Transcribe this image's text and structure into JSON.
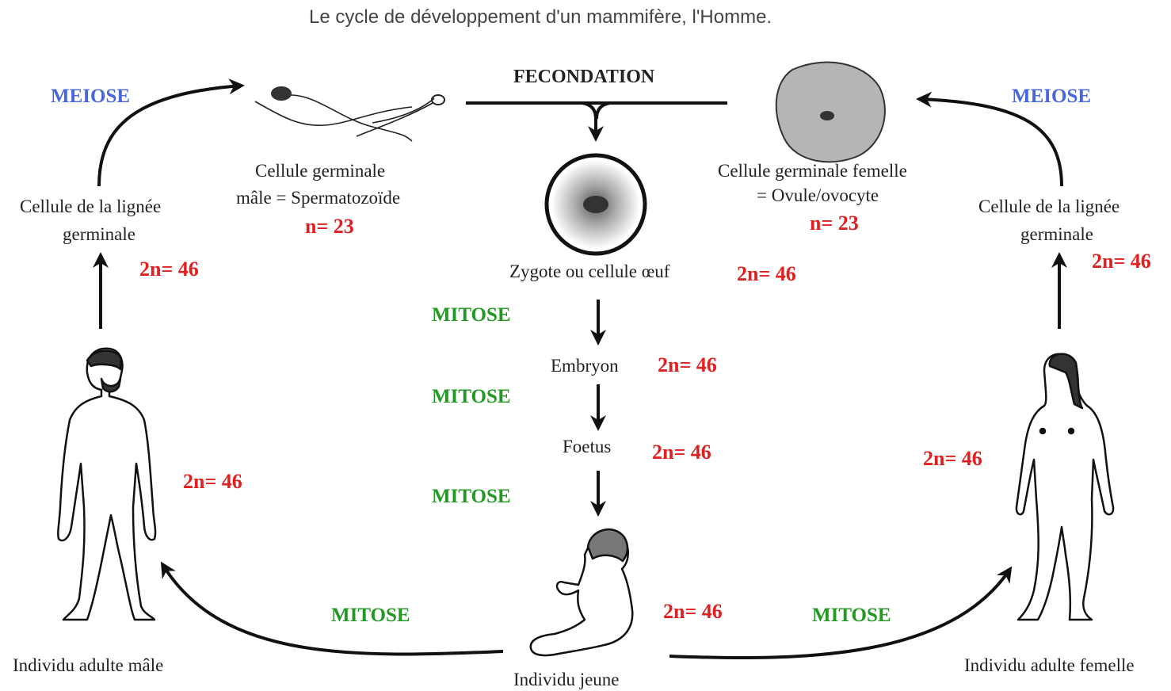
{
  "title": "Le cycle de développement d'un mammifère, l'Homme.",
  "colors": {
    "ploidy": "#e02020",
    "mitosis": "#229922",
    "meiosis": "#4a66dd",
    "ink": "#111111"
  },
  "stages": {
    "sperm": {
      "label_1": "Cellule germinale",
      "label_2": "mâle = Spermatozoïde",
      "ploidy": "n= 23"
    },
    "ovum": {
      "label_1": "Cellule germinale femelle",
      "label_2": "= Ovule/ovocyte",
      "ploidy": "n= 23"
    },
    "fecondation": "FECONDATION",
    "zygote": {
      "label": "Zygote ou cellule œuf",
      "ploidy": "2n= 46"
    },
    "embryo": {
      "label": "Embryon",
      "ploidy": "2n= 46"
    },
    "foetus": {
      "label": "Foetus",
      "ploidy": "2n= 46"
    },
    "young": {
      "label": "Individu jeune",
      "ploidy": "2n= 46"
    },
    "male_adult": {
      "label": "Individu adulte mâle",
      "ploidy": "2n= 46"
    },
    "female_adult": {
      "label": "Individu adulte femelle",
      "ploidy": "2n= 46"
    },
    "male_germline": {
      "label_1": "Cellule de la lignée",
      "label_2": "germinale",
      "ploidy": "2n= 46"
    },
    "female_germline": {
      "label_1": "Cellule de la lignée",
      "label_2": "germinale",
      "ploidy": "2n= 46"
    }
  },
  "processes": {
    "meiosis_left": "MEIOSE",
    "meiosis_right": "MEIOSE",
    "mitosis_1": "MITOSE",
    "mitosis_2": "MITOSE",
    "mitosis_3": "MITOSE",
    "mitosis_young_male": "MITOSE",
    "mitosis_young_female": "MITOSE"
  },
  "icons": [
    "sperm-icon",
    "ovum-icon",
    "zygote-icon",
    "male-adult-figure",
    "female-adult-figure",
    "baby-figure"
  ]
}
